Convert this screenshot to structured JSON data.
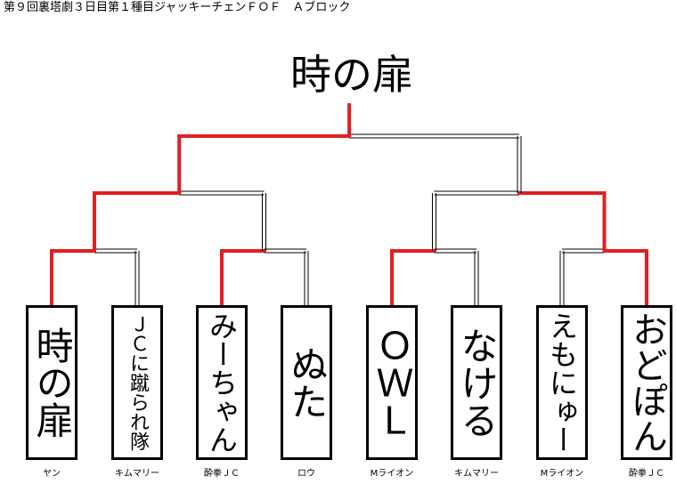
{
  "header": {
    "title": "第９回裏塔劇３日目第１種目ジャッキーチェンＦＯＦ　Ａブロック"
  },
  "bracket": {
    "winner": "時の扉",
    "entries": [
      {
        "name": "時の扉",
        "team": "ヤン",
        "won_round1": true
      },
      {
        "name": "ＪＣに蹴られ隊",
        "team": "キムマリー",
        "won_round1": false
      },
      {
        "name": "みーちゃん",
        "team": "酔拳ＪＣ",
        "won_round1": true
      },
      {
        "name": "ぬた",
        "team": "ロウ",
        "won_round1": false
      },
      {
        "name": "ＯＷＬ",
        "team": "Mライオン",
        "won_round1": true
      },
      {
        "name": "なける",
        "team": "キムマリー",
        "won_round1": false
      },
      {
        "name": "えもにゅー",
        "team": "Mライオン",
        "won_round1": false
      },
      {
        "name": "おどぽん",
        "team": "酔拳ＪＣ",
        "won_round1": true
      }
    ],
    "round2_winners": [
      "upper",
      "lower"
    ],
    "semifinal_winner": "upper",
    "colors": {
      "win_line": "#e02020",
      "lose_line": "#000000",
      "box_border": "#000000"
    }
  }
}
